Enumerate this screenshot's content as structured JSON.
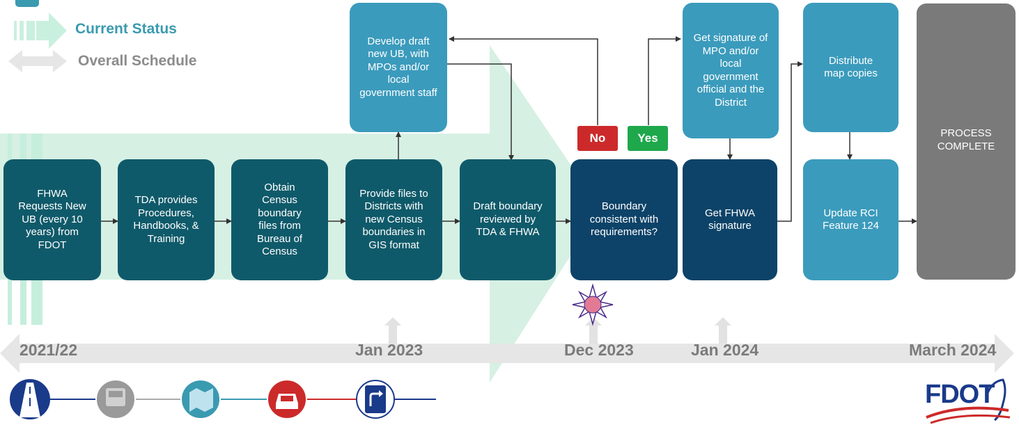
{
  "legend": {
    "current_label": "Current Status",
    "overall_label": "Overall Schedule"
  },
  "steps": {
    "fhwa_requests": "FHWA Requests New UB (every 10 years) from FDOT",
    "tda_provides": "TDA provides Procedures, Handbooks, & Training",
    "obtain_census": "Obtain Census boundary files from Bureau of Census",
    "provide_files": "Provide files to Districts with new Census boundaries in GIS format",
    "draft_reviewed": "Draft boundary reviewed by TDA & FHWA",
    "boundary_consistent": "Boundary consistent with requirements?",
    "get_fhwa_signature": "Get FHWA signature",
    "update_rci": "Update RCI Feature 124",
    "process_complete": "PROCESS COMPLETE",
    "develop_draft": "Develop draft new UB, with MPOs and/or local government staff",
    "get_signature": "Get signature of MPO and/or local government official and the District",
    "distribute_map": "Distribute map copies"
  },
  "decision": {
    "no_label": "No",
    "yes_label": "Yes"
  },
  "timeline": {
    "dates": [
      "2021/22",
      "Jan 2023",
      "Dec 2023",
      "Jan 2024",
      "March 2024"
    ]
  },
  "logo": {
    "text": "FDOT"
  },
  "colors": {
    "teal": "#0f5a6a",
    "light_blue": "#3b9bbc",
    "navy": "#0d4368",
    "gray": "#7a7a7a",
    "no_red": "#cc2a2a",
    "yes_green": "#1ea84b",
    "progress_green": "#d6f0e4",
    "legend_teal": "#3a9ab0"
  },
  "icons": [
    "highway-icon",
    "truck-icon",
    "map-icon",
    "car-icon",
    "right-turn-only-sign-icon"
  ]
}
